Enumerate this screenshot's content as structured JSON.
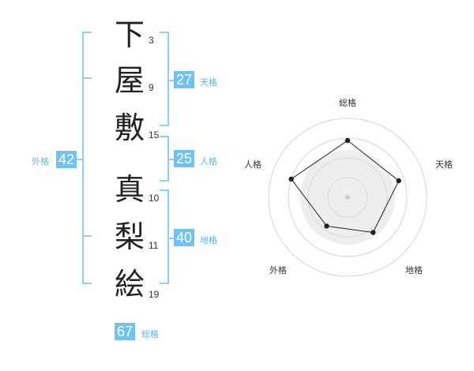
{
  "characters": [
    {
      "char": "下",
      "strokes": "3"
    },
    {
      "char": "屋",
      "strokes": "9"
    },
    {
      "char": "敷",
      "strokes": "15"
    },
    {
      "char": "真",
      "strokes": "10"
    },
    {
      "char": "梨",
      "strokes": "11"
    },
    {
      "char": "絵",
      "strokes": "19"
    }
  ],
  "kaku": {
    "tenkaku": {
      "value": "27",
      "label": "天格"
    },
    "jinkaku": {
      "value": "25",
      "label": "人格"
    },
    "chikaku": {
      "value": "40",
      "label": "地格"
    },
    "gaikaku": {
      "value": "42",
      "label": "外格"
    },
    "soukaku": {
      "value": "67",
      "label": "総格"
    }
  },
  "colors": {
    "accent": "#6ec3f2",
    "bracket": "#8fd0f5"
  },
  "chart_data": {
    "type": "radar",
    "axes": [
      "総格",
      "天格",
      "地格",
      "外格",
      "人格"
    ],
    "values": [
      0.72,
      0.68,
      0.55,
      0.45,
      0.75
    ],
    "rings": 4
  }
}
